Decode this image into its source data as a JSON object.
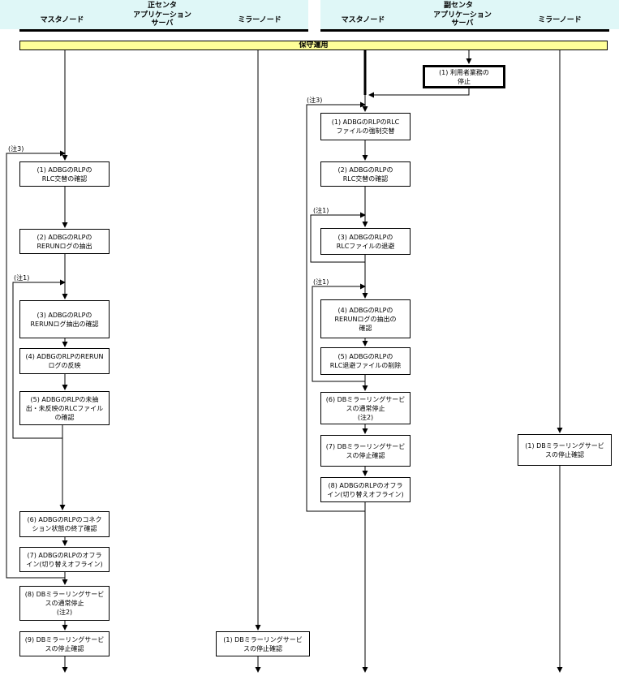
{
  "header": {
    "primary_center": "正センタ",
    "secondary_center": "副センタ",
    "primary_columns": [
      "マスタノード",
      "アプリケーション\nサーバ",
      "ミラーノード"
    ],
    "secondary_columns": [
      "マスタノード",
      "アプリケーション\nサーバ",
      "ミラーノード"
    ]
  },
  "banner": {
    "label": "保守運用"
  },
  "primary": {
    "note_3": "(注3)",
    "note_1": "(注1)",
    "steps": [
      "(1) ADBGのRLPの\nRLC交替の確認",
      "(2) ADBGのRLPの\nRERUNログの抽出",
      "(3) ADBGのRLPの\nRERUNログ抽出の確認",
      "(4) ADBGのRLPのRERUN\nログの反映",
      "(5) ADBGのRLPの未抽\n出・未反映のRLCファイル\nの確認",
      "(6) ADBGのRLPのコネク\nション状態の終了確認",
      "(7) ADBGのRLPのオフラ\nイン(切り替えオフライン)",
      "(8) DBミラーリングサービ\nスの通常停止\n(注2)",
      "(9) DBミラーリングサービ\nスの停止確認"
    ],
    "mirror_step": "(1) DBミラーリングサービ\nスの停止確認"
  },
  "secondary": {
    "app_step": "(1) 利用者業務の\n停止",
    "note_3": "(注3)",
    "note_1a": "(注1)",
    "note_1b": "(注1)",
    "steps": [
      "(1) ADBGのRLPのRLC\nファイルの強制交替",
      "(2) ADBGのRLPの\nRLC交替の確認",
      "(3) ADBGのRLPの\nRLCファイルの退避",
      "(4) ADBGのRLPの\nRERUNログの抽出の\n確認",
      "(5) ADBGのRLPの\nRLC退避ファイルの削除",
      "(6) DBミラーリングサービ\nスの通常停止\n(注2)",
      "(7) DBミラーリングサービ\nスの停止確認",
      "(8) ADBGのRLPのオフラ\nイン(切り替えオフライン)"
    ],
    "mirror_step": "(1) DBミラーリングサービ\nスの停止確認"
  }
}
